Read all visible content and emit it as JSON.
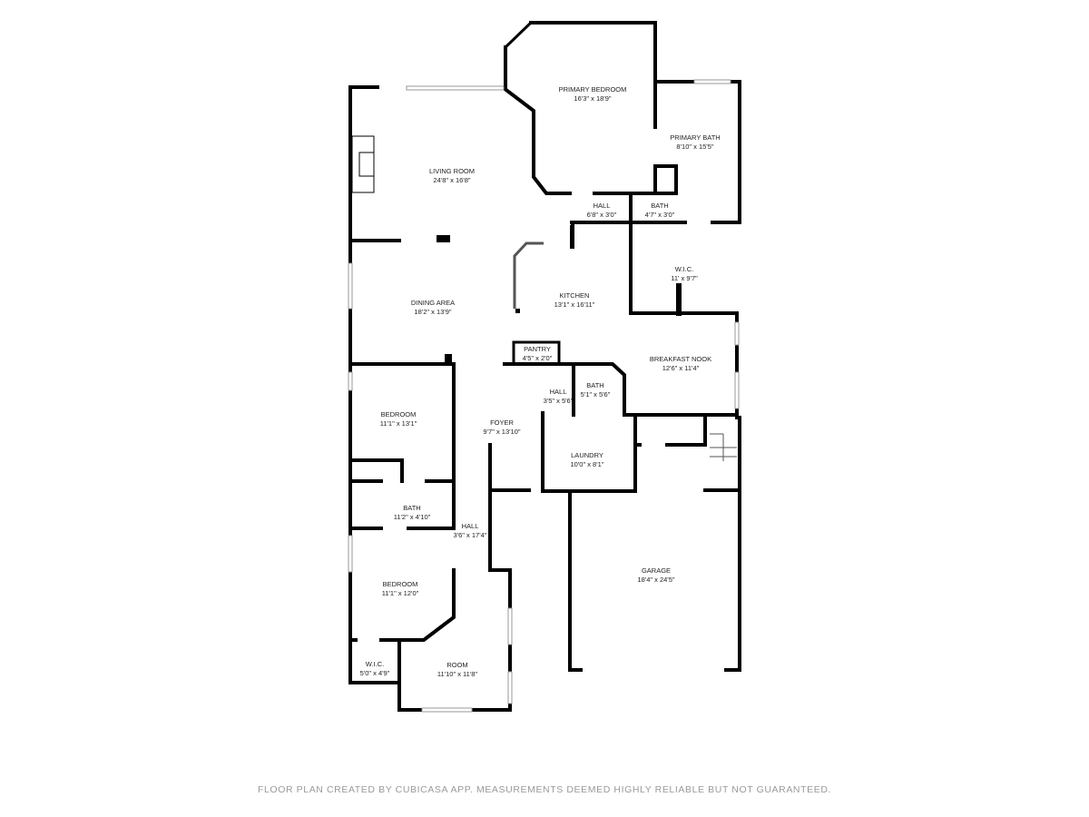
{
  "rooms": [
    {
      "name": "PRIMARY BEDROOM",
      "dims": "16'3\" x 18'9\""
    },
    {
      "name": "PRIMARY BATH",
      "dims": "8'10\" x 15'5\""
    },
    {
      "name": "LIVING ROOM",
      "dims": "24'8\" x 16'8\""
    },
    {
      "name": "HALL",
      "dims": "6'8\" x 3'0\""
    },
    {
      "name": "BATH",
      "dims": "4'7\" x 3'0\""
    },
    {
      "name": "W.I.C.",
      "dims": "11'  x 9'7\""
    },
    {
      "name": "DINING AREA",
      "dims": "18'2\" x 13'9\""
    },
    {
      "name": "KITCHEN",
      "dims": "13'1\" x 16'11\""
    },
    {
      "name": "PANTRY",
      "dims": "4'5\" x 2'0\""
    },
    {
      "name": "BREAKFAST NOOK",
      "dims": "12'6\" x 11'4\""
    },
    {
      "name": "BEDROOM",
      "dims": "11'1\" x 13'1\""
    },
    {
      "name": "FOYER",
      "dims": "9'7\" x 13'10\""
    },
    {
      "name": "HALL",
      "dims": "3'5\" x 5'6\""
    },
    {
      "name": "BATH",
      "dims": "5'1\" x 5'6\""
    },
    {
      "name": "LAUNDRY",
      "dims": "10'0\" x 8'1\""
    },
    {
      "name": "BATH",
      "dims": "11'2\" x 4'10\""
    },
    {
      "name": "HALL",
      "dims": "3'6\" x 17'4\""
    },
    {
      "name": "GARAGE",
      "dims": "18'4\" x 24'5\""
    },
    {
      "name": "BEDROOM",
      "dims": "11'1\" x 12'0\""
    },
    {
      "name": "W.I.C.",
      "dims": "5'0\" x 4'9\""
    },
    {
      "name": "ROOM",
      "dims": "11'10\" x 11'8\""
    }
  ],
  "footer": "FLOOR PLAN CREATED BY CUBICASA APP. MEASUREMENTS DEEMED HIGHLY RELIABLE BUT NOT GUARANTEED.",
  "colors": {
    "wall": "#000000",
    "window": "#bbbbbb",
    "footer_text": "#9a9a9a"
  }
}
